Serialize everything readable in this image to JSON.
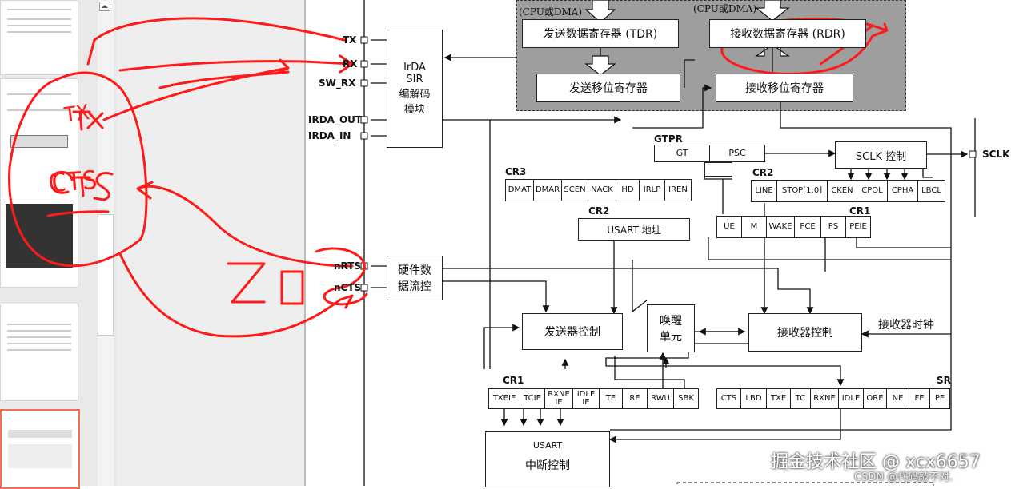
{
  "pins": {
    "tx": "TX",
    "rx": "RX",
    "sw_rx": "SW_RX",
    "irda_out": "IRDA_OUT",
    "irda_in": "IRDA_IN",
    "nrts": "nRTS",
    "ncts": "nCTS",
    "sclk": "SCLK"
  },
  "blocks": {
    "irda": "IrDA\nSIR\n编解码\n模块",
    "hw_flow": "硬件数\n据流控",
    "tdr": "发送数据寄存器 (TDR)",
    "rdr": "接收数据寄存器 (RDR)",
    "tx_shift": "发送移位寄存器",
    "rx_shift": "接收移位寄存器",
    "cpu_dma_left": "(CPU或DMA)",
    "cpu_dma_right": "(CPU或DMA)",
    "sclk_ctrl": "SCLK 控制",
    "usart_addr": "USART 地址",
    "tx_ctrl": "发送器控制",
    "wakeup": "唤醒\n单元",
    "rx_ctrl": "接收器控制",
    "rx_clock": "接收器时钟",
    "irq_title": "USART",
    "irq_ctrl": "中断控制"
  },
  "registers": {
    "gtpr": {
      "name": "GTPR",
      "fields": [
        "GT",
        "PSC"
      ]
    },
    "cr3": {
      "name": "CR3",
      "fields": [
        "DMAT",
        "DMAR",
        "SCEN",
        "NACK",
        "HD",
        "IRLP",
        "IREN"
      ]
    },
    "cr2_top": {
      "name": "CR2",
      "fields": [
        "LINE",
        "STOP[1:0]",
        "CKEN",
        "CPOL",
        "CPHA",
        "LBCL"
      ]
    },
    "cr2_mid": {
      "name": "CR2"
    },
    "cr1_top": {
      "name": "CR1",
      "fields": [
        "UE",
        "M",
        "WAKE",
        "PCE",
        "PS",
        "PEIE"
      ]
    },
    "cr1_bottom": {
      "name": "CR1",
      "fields": [
        "TXEIE",
        "TCIE",
        "RXNE IE",
        "IDLE IE",
        "TE",
        "RE",
        "RWU",
        "SBK"
      ]
    },
    "sr": {
      "name": "SR",
      "fields": [
        "CTS",
        "LBD",
        "TXE",
        "TC",
        "RXNE",
        "IDLE",
        "ORE",
        "NE",
        "FE",
        "PE"
      ]
    }
  },
  "annotations": {
    "tx": "TX",
    "cts": "CTS"
  },
  "watermark": {
    "main": "掘金技术社区 @ xcx6657",
    "sub": "CSDN @代码敲不对."
  },
  "colors": {
    "ink": "#ff1a1a",
    "grey_area": "#9e9e9e"
  }
}
